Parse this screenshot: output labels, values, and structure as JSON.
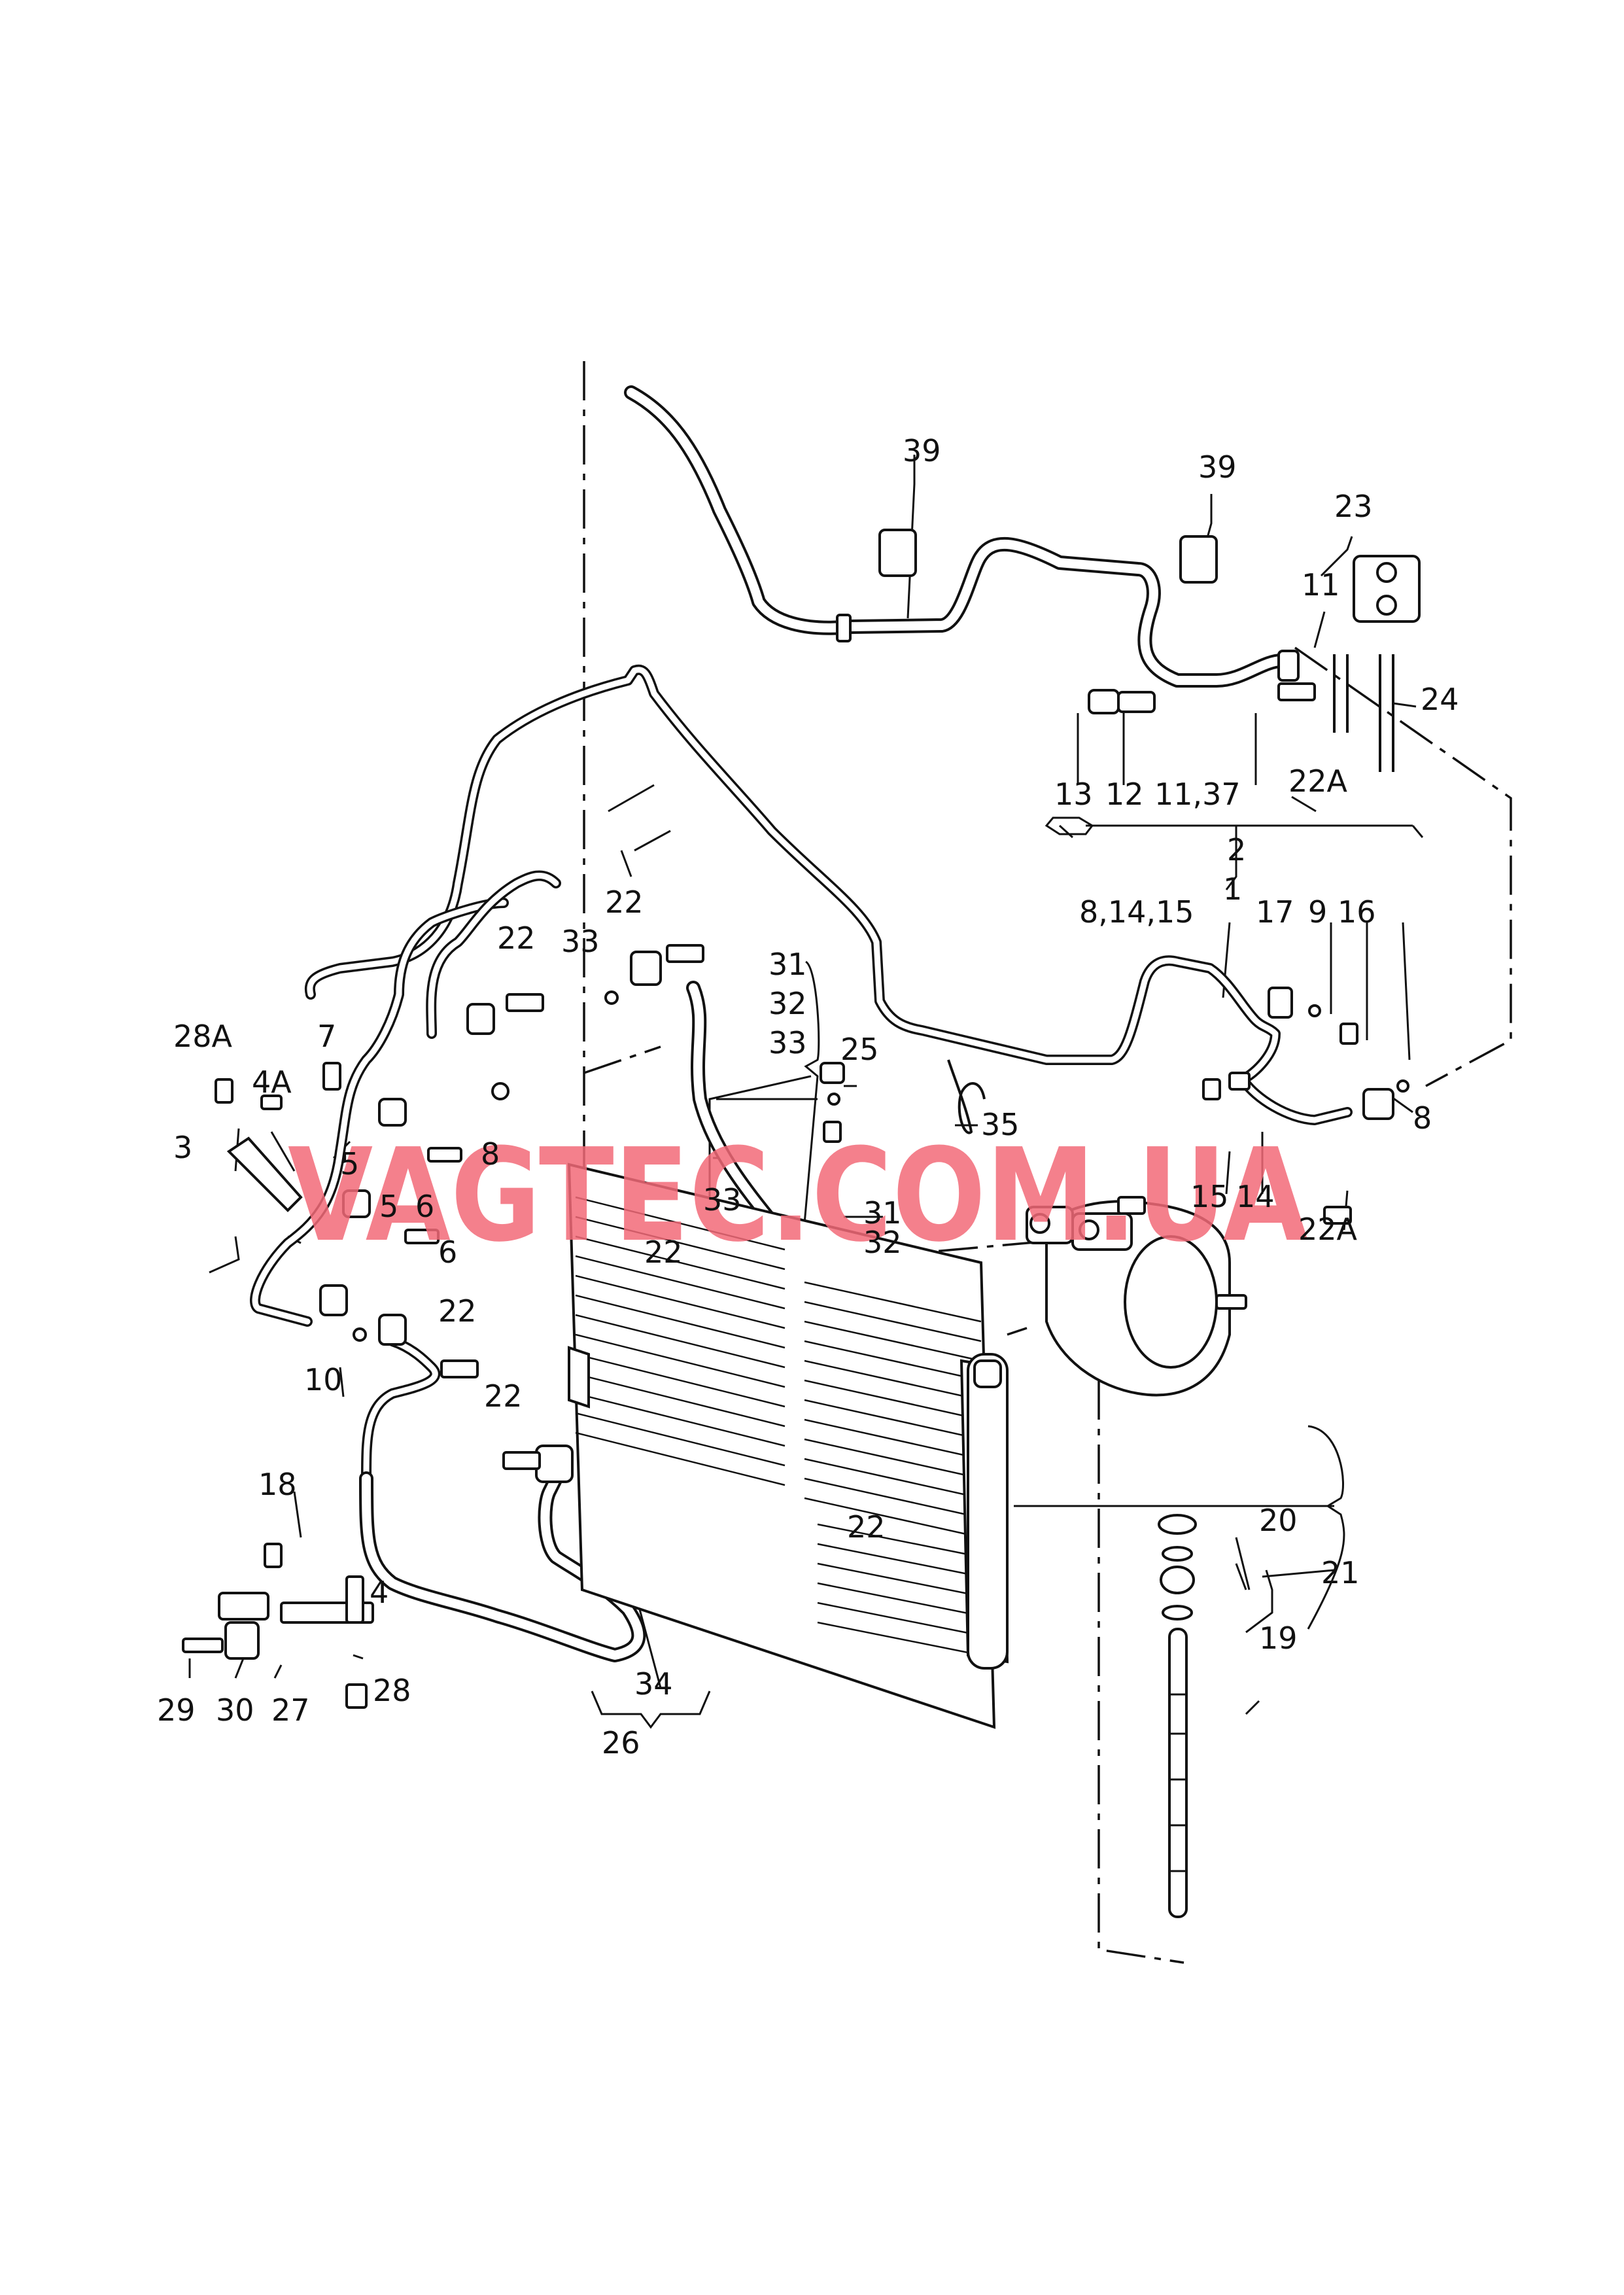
{
  "watermark": "VAGTEC.COM.UA",
  "labels": {
    "l1": "1",
    "l2": "2",
    "l3": "3",
    "l4": "4",
    "l4a": "4A",
    "l5a": "5",
    "l5b": "5",
    "l6a": "6",
    "l6b": "6",
    "l7": "7",
    "l8a": "8",
    "l8b": "8",
    "l8_14_15": "8,14,15",
    "l9": "9",
    "l10": "10",
    "l11": "11",
    "l11_37": "11,37",
    "l12": "12",
    "l13": "13",
    "l14": "14",
    "l15": "15",
    "l16": "16",
    "l17": "17",
    "l18": "18",
    "l19": "19",
    "l20": "20",
    "l21": "21",
    "l22a": "22",
    "l22b": "22",
    "l22c": "22",
    "l22d": "22",
    "l22e": "22",
    "l22f": "22",
    "l22A_a": "22A",
    "l22A_b": "22A",
    "l23": "23",
    "l24": "24",
    "l25": "25",
    "l26": "26",
    "l27": "27",
    "l28": "28",
    "l28a": "28A",
    "l29": "29",
    "l30": "30",
    "l31a": "31",
    "l31b": "31",
    "l32a": "32",
    "l32b": "32",
    "l33a": "33",
    "l33b": "33",
    "l33c": "33",
    "l34": "34",
    "l35": "35",
    "l39a": "39",
    "l39b": "39"
  }
}
